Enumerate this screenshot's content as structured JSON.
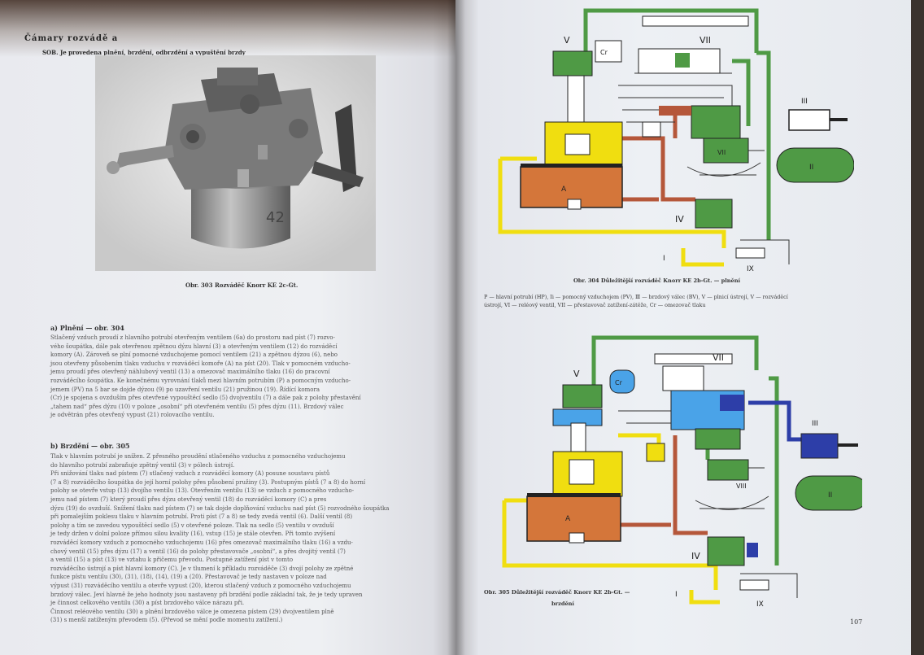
{
  "left_page": {
    "header": "Čámary rozvádě a",
    "subheader": "SOB. Je provedena plnění, brzdění, odbrzdění a vypuštění brzdy",
    "figure_caption": "Obr. 303 Rozváděč Knorr KE 2c-Gt.",
    "section_a_title": "a) Plnění — obr. 304",
    "section_a_lines": [
      "Stlačený vzduch proudí z hlavního potrubí otevřeným ventilem (6a) do prostoru nad píst (7) rozvo-",
      "vého šoupátka, dále pak otevřenou zpětnou dýzu hlavní (3) a otevřeným ventilem (12) do rozváděcí",
      "komory (A). Zároveň se plní pomocné vzduchojeme pomocí ventilem (21) a zpětnou dýzou (6), nebo",
      "jsou otevřeny působením tlaku vzduchu v rozváděcí komoře (A) na píst (20). Tlak v pomocném vzducho-",
      "jemu proudí přes otevřený náhlubový ventil (13) a omezovač maximálního tlaku (16) do pracovní",
      "rozváděcího šoupátka. Ke konečnému vyrovnání tlaků mezi hlavním potrubím (P) a pomocným vzducho-",
      "jemem (PV) na 5 bar se dojde dýzou (9) po uzavření ventilu (21) pružinou (19). Řídící komora",
      "(Cr) je spojena s ovzduším přes otevřené vypouštěcí sedlo (5) dvojventilu (7) a dále pak z polohy přestavění",
      "„tahem nad“ přes dýzu (10) v poloze „osobní“ při otevřeném ventilu (5) přes dýzu (11). Brzdový válec",
      "je odvětrán přes otevřený vypust (21) rolovacího ventilu."
    ],
    "section_b_title": "b) Brzdění — obr. 305",
    "section_b_lines": [
      "Tlak v hlavním potrubí je snížen. Z přesného proudění stlačeného vzduchu z pomocného vzduchojemu",
      "do hlavního potrubí zabraňuje zpětný ventil (3) v pólech ústrojí.",
      "Při snižování tlaku nad pístem (7) stlačený vzduch z rozváděcí komory (A) posune soustavu pístů",
      "(7 a 8) rozváděcího šoupátka do její horní polohy přes působení pružiny (3). Postupným pístů (7 a 8) do horní",
      "polohy se otevře vstup (13) dvojího ventilu (13). Otevřením ventilu (13) se vzduch z pomocného vzducho-",
      "jemu nad pístem (7) který proudí přes dýzu otevřený ventil (18) do rozváděcí komory (C) a pres",
      "dýzu (19) do ovzduší. Snížení tlaku nad pístem (7) se tak dojde doplňování vzduchu nad píst (5) rozvodného šoupátka",
      "při pomalejším poklesu tlaku v hlavním potrubí. Proti píst (7 a 8) se tedy zvedá ventil (6). Další ventil (8)",
      "polohy a tím se zavedou vypouštěcí sedlo (5) v otevřené poloze. Tlak na sedlo (5) ventilu v ovzduší",
      "je tedy držen v dolní poloze přímou silou kvality (16), vstup (15) je stále otevřen. Při tomto zvýšení",
      "rozváděcí komory vzduch z pomocného vzduchojemu (16) přes omezovač maximálního tlaku (16) a vzdu-",
      "chový ventil (15) přes dýzu (17) a ventil (16) do polohy přestavovače „osobní“, a přes dvojitý ventil (7)",
      "a ventil (15) a píst (13) ve vztahu k přičemu převodu. Postupné zatížení píst v tomto",
      "rozváděcího ústrojí a píst hlavní komory (C). Je v tlumení k příkladu rozváděče (3) dvojí polohy ze zpětné",
      "funkce pístu ventilu (30), (31), (18), (14), (19) a (20). Přestavovač je tedy nastaven v poloze nad",
      "výpust (31) rozváděcího ventilu a otevře vypust (20), kterou stlačený vzduch z pomocného vzduchojemu",
      "brzdový válec. Jeví hlavně že jeho hodnoty jsou nastaveny při brzdění podle základní tak, že je tedy upraven",
      "je činnost celkového ventilu (30) a píst brzdového válce nárazu při.",
      "Činnost reléového ventilu (30) a plnění brzdového válce je omezena pístem (29) dvojventilem plně",
      "(31) s menší zatíženým převodem (5). (Převod se mění podle momentu zatížení.)"
    ]
  },
  "right_page": {
    "fig304_caption": "Obr. 304 Důležitější rozváděč Knorr KE 2b-Gt. — plnění",
    "legend_lines": [
      "P — hlavní potrubí (HP), Ii — pomocný vzduchojem (PV), Ⅲ — brzdový válec (BV), V — plnicí ústrojí, V — rozváděcí",
      "ústrojí, VI — reléový ventil, VII — přestavovač zatížení-zátěže, Cr — omezovač tlaku"
    ],
    "fig305_caption": "Obr. 305 Důležitější rozváděč Knorr KE 2b-Gt. —",
    "fig305_caption2": "brzdění",
    "page_number": "107"
  },
  "colors": {
    "yellow": "#f0de10",
    "orange": "#d4763a",
    "green": "#4f9a45",
    "dark_green": "#2f7a3a",
    "blue": "#4aa3e8",
    "navy": "#2d3ea8",
    "rust": "#b5573a",
    "line_gray": "#333333"
  }
}
